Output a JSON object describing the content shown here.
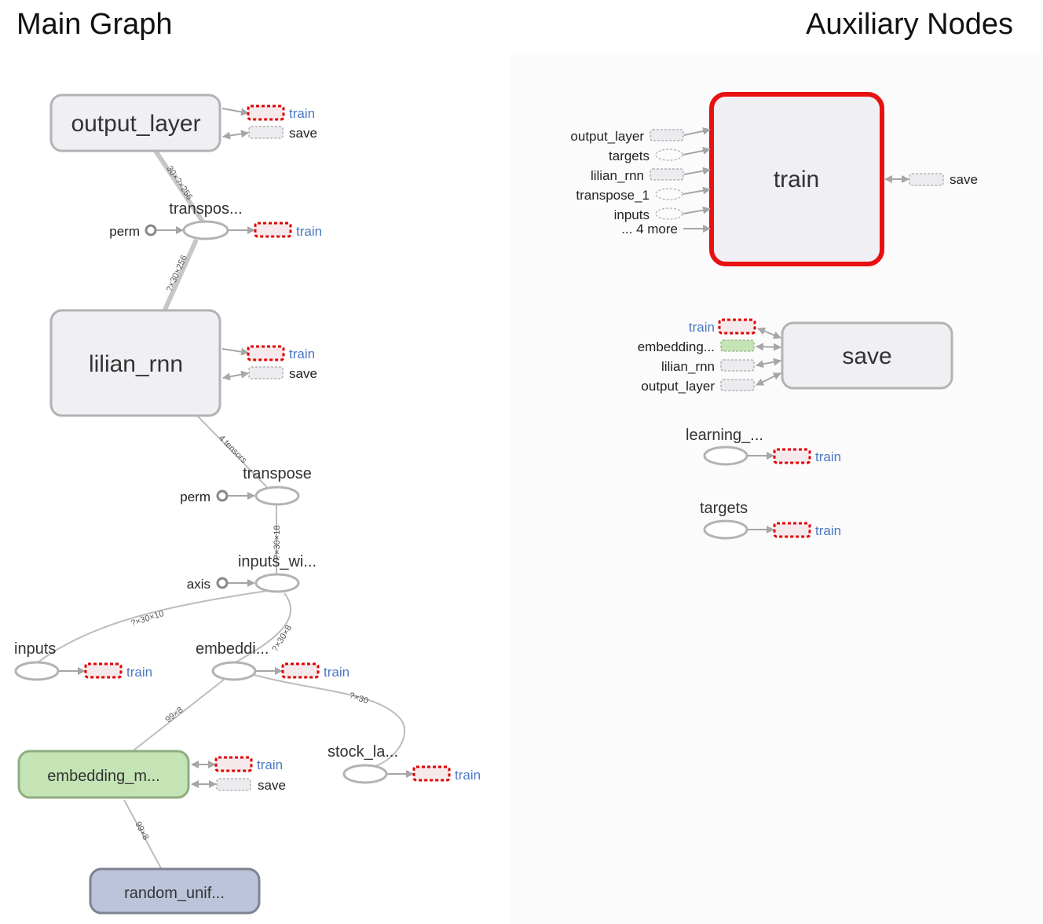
{
  "titles": {
    "main": "Main Graph",
    "auxiliary": "Auxiliary Nodes"
  },
  "colors": {
    "highlight_border": "#e81010",
    "train_series": "#e00000",
    "train_text": "#4a78c2",
    "meta_fill": "#f0eff3",
    "embedding_fill": "#c5e4b5",
    "random_fill": "#bcc4dc"
  },
  "main_graph": {
    "nodes": {
      "output_layer": "output_layer",
      "transpose_1": "transpos...",
      "perm_1": "perm",
      "lilian_rnn": "lilian_rnn",
      "transpose": "transpose",
      "perm_2": "perm",
      "inputs_wi": "inputs_wi...",
      "axis": "axis",
      "inputs": "inputs",
      "embeddi": "embeddi...",
      "stock_la": "stock_la...",
      "embedding_m": "embedding_m...",
      "random_unif": "random_unif..."
    },
    "edge_labels": {
      "output_to_transpose": "30×?×256",
      "transpose_to_rnn": "?×30×256",
      "rnn_to_transpose": "4 tensors",
      "transpose_to_inputs_wi": "?×30×18",
      "inputs_to_inputs_wi": "?×30×10",
      "embeddi_to_inputs_wi": "?×30×8",
      "embedding_m_to_embeddi": "99×8",
      "stock_to_embeddi": "?×30",
      "random_to_embedding_m": "99×8"
    },
    "series_labels": {
      "train": "train",
      "save": "save"
    }
  },
  "auxiliary": {
    "train_node": {
      "label": "train",
      "inputs": [
        "output_layer",
        "targets",
        "lilian_rnn",
        "transpose_1",
        "inputs"
      ],
      "more": "... 4 more",
      "output": "save"
    },
    "save_node": {
      "label": "save",
      "inputs": [
        "train",
        "embedding...",
        "lilian_rnn",
        "output_layer"
      ]
    },
    "learning_node": {
      "label": "learning_...",
      "output": "train"
    },
    "targets_node": {
      "label": "targets",
      "output": "train"
    }
  }
}
